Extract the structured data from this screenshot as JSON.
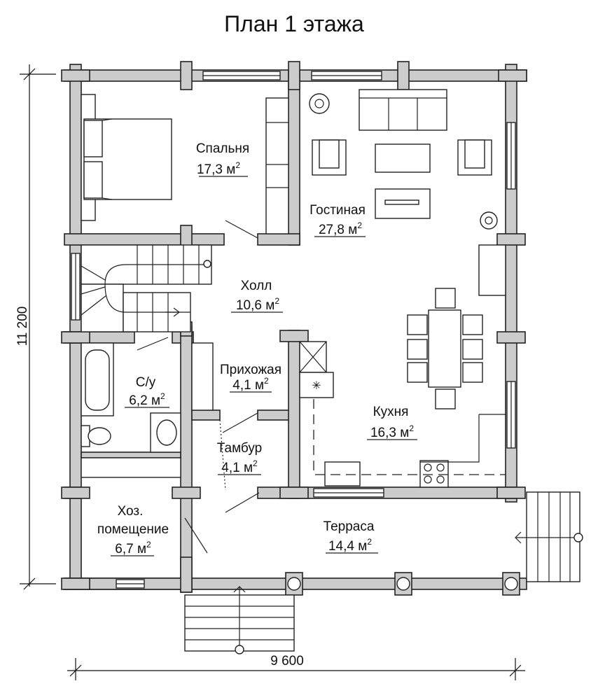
{
  "title": "План 1 этажа",
  "area_unit": "м",
  "area_exponent": "2",
  "dimensions": {
    "width": "9 600",
    "height": "11 200"
  },
  "rooms": [
    {
      "id": "bedroom",
      "name": "Спальня",
      "area": "17,3"
    },
    {
      "id": "living",
      "name": "Гостиная",
      "area": "27,8"
    },
    {
      "id": "hall",
      "name": "Холл",
      "area": "10,6"
    },
    {
      "id": "bathroom",
      "name": "С/у",
      "area": "6,2"
    },
    {
      "id": "entrance",
      "name": "Прихожая",
      "area": "4,1"
    },
    {
      "id": "vestibule",
      "name": "Тамбур",
      "area": "4,1"
    },
    {
      "id": "kitchen",
      "name": "Кухня",
      "area": "16,3"
    },
    {
      "id": "utility",
      "name": "Хоз.",
      "name2": "помещение",
      "area": "6,7"
    },
    {
      "id": "terrace",
      "name": "Терраса",
      "area": "14,4"
    }
  ]
}
